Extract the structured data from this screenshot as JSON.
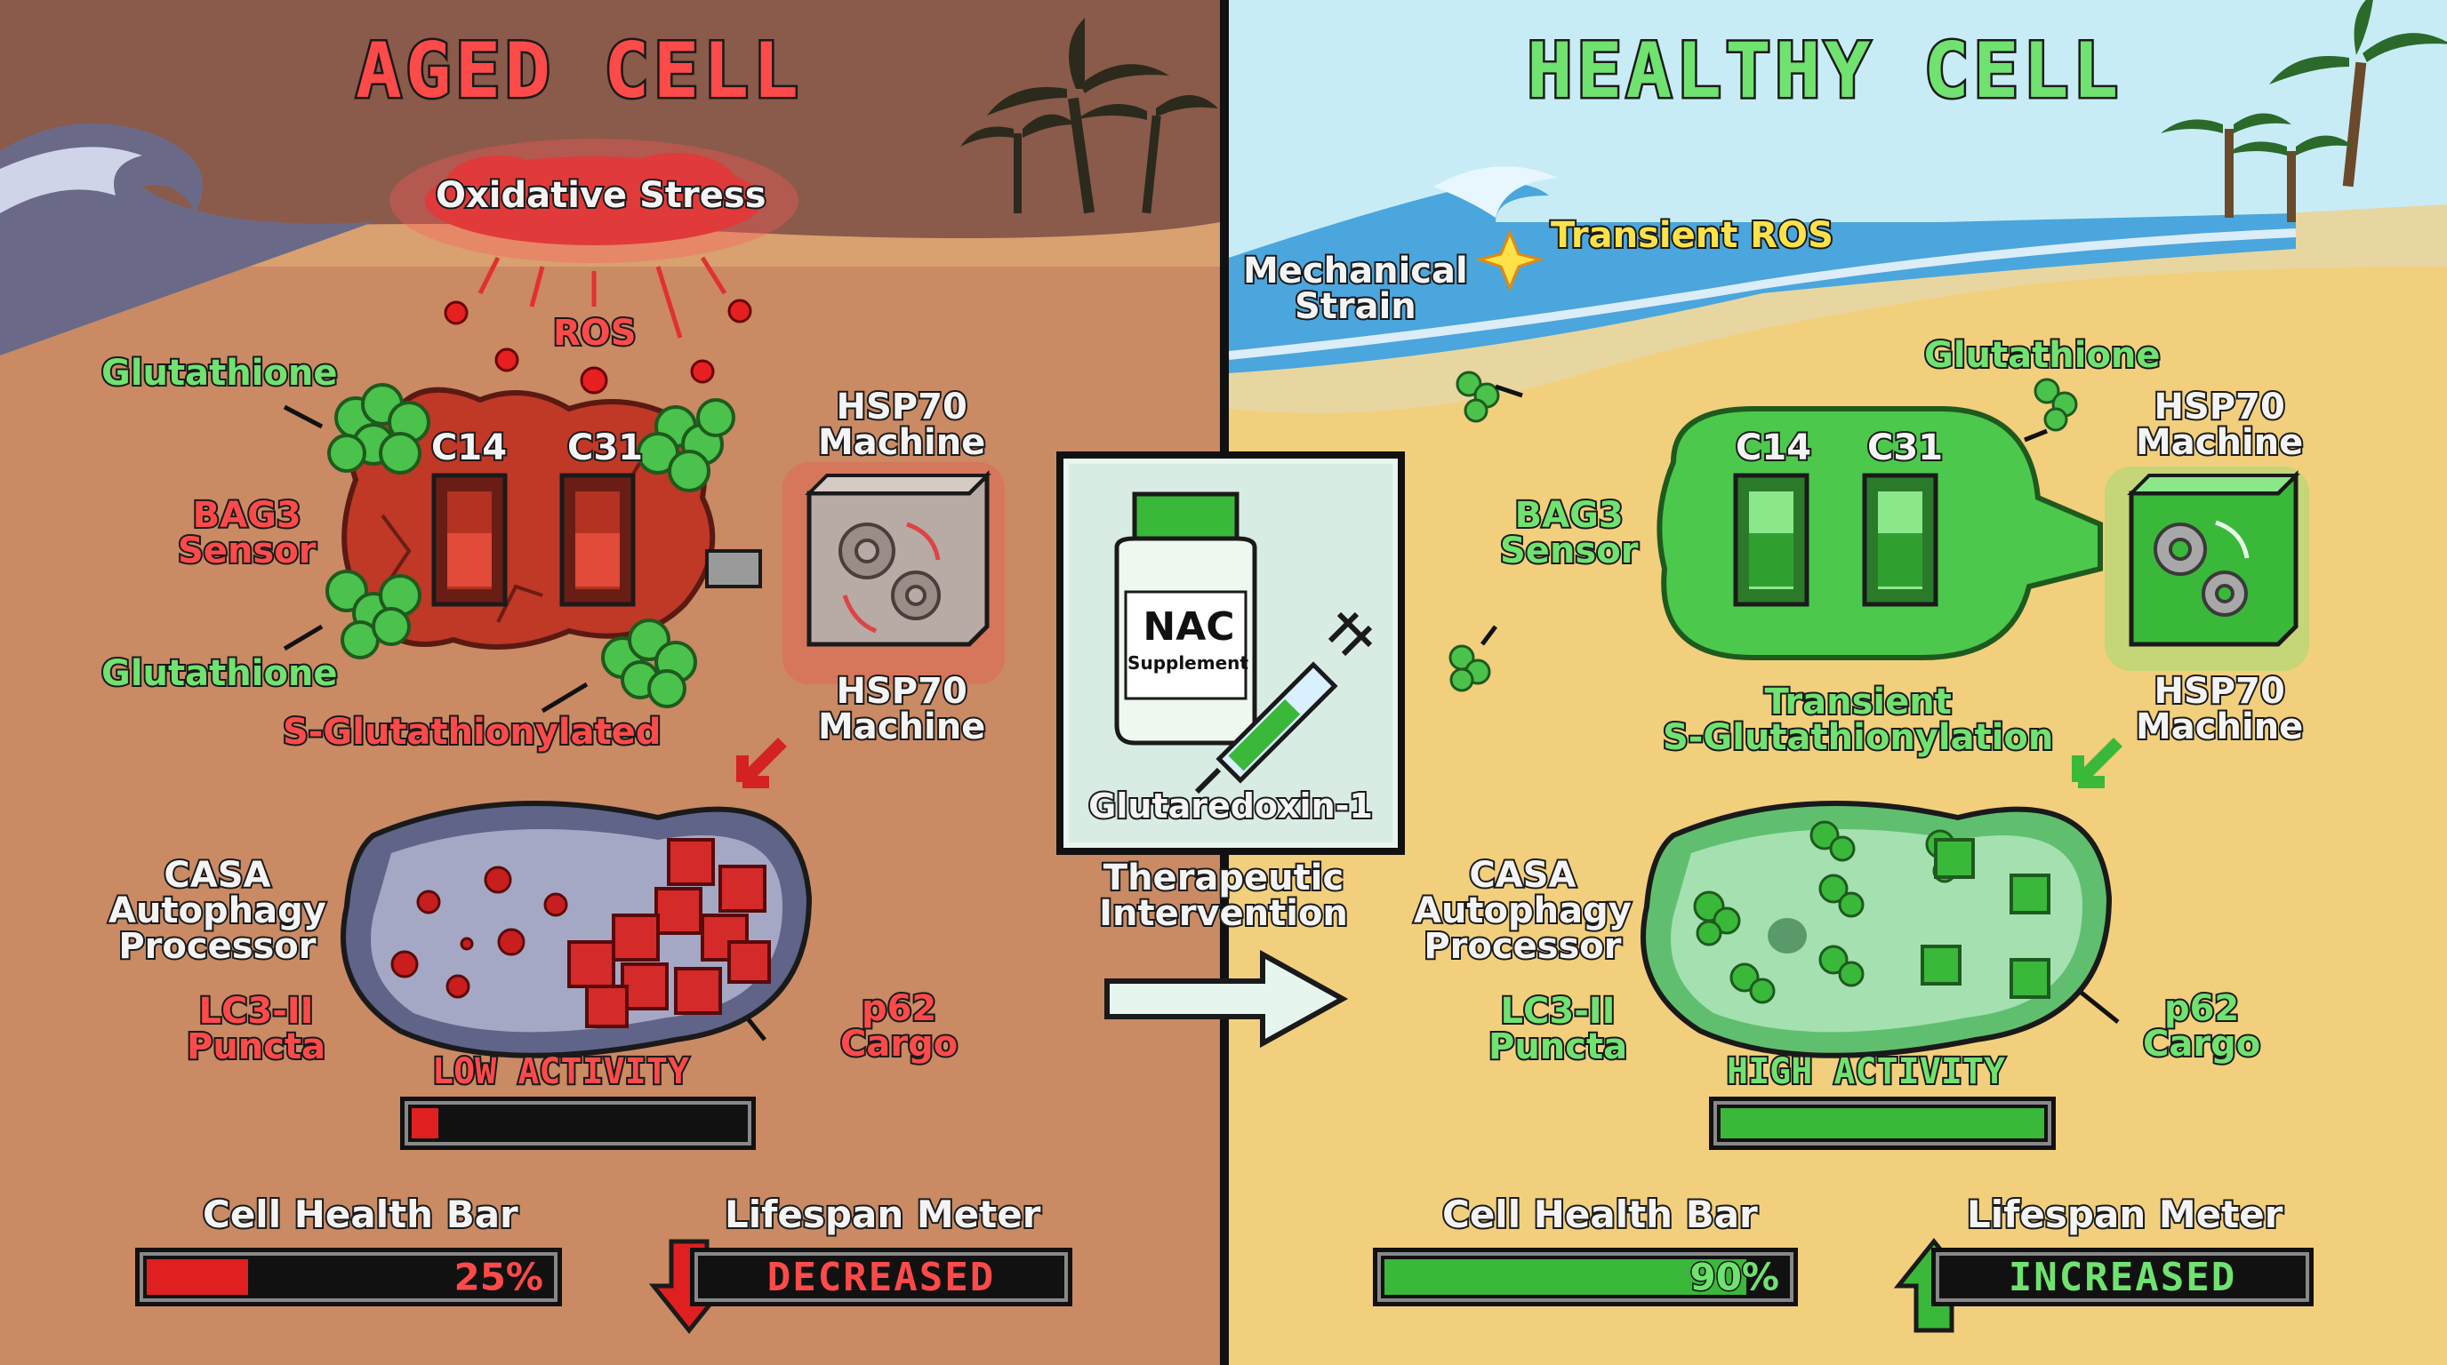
{
  "colors": {
    "aged_bg": "#c98a64",
    "aged_sky": "#8a5a4a",
    "healthy_sky": "#c8ecf6",
    "healthy_sand": "#f2cf7c",
    "red": "#ff4a4a",
    "green": "#6fe26f",
    "yellow": "#ffe24a"
  },
  "aged": {
    "title": "AGED CELL",
    "oxidative_stress": "Oxidative Stress",
    "ros": "ROS",
    "glutathione_top": "Glutathione",
    "glutathione_bottom": "Glutathione",
    "c14": "C14",
    "c31": "C31",
    "bag3_line1": "BAG3",
    "bag3_line2": "Sensor",
    "hsp70_top_line1": "HSP70",
    "hsp70_top_line2": "Machine",
    "hsp70_bottom_line1": "HSP70",
    "hsp70_bottom_line2": "Machine",
    "s_glut": "S-Glutathionylated",
    "casa_line1": "CASA",
    "casa_line2": "Autophagy",
    "casa_line3": "Processor",
    "lc3_line1": "LC3-II",
    "lc3_line2": "Puncta",
    "p62_line1": "p62",
    "p62_line2": "Cargo",
    "activity": "LOW ACTIVITY",
    "activity_level": 0.08,
    "health_title": "Cell Health Bar",
    "health_value": "25%",
    "health_level": 0.25,
    "lifespan_title": "Lifespan Meter",
    "lifespan_value": "DECREASED"
  },
  "center": {
    "bottle_line1": "NAC",
    "bottle_line2": "Supplement",
    "enzyme": "Glutaredoxin-1",
    "intervention_line1": "Therapeutic",
    "intervention_line2": "Intervention"
  },
  "healthy": {
    "title": "HEALTHY CELL",
    "mechanical_line1": "Mechanical",
    "mechanical_line2": "Strain",
    "transient_ros": "Transient ROS",
    "glutathione": "Glutathione",
    "c14": "C14",
    "c31": "C31",
    "bag3_line1": "BAG3",
    "bag3_line2": "Sensor",
    "hsp70_top_line1": "HSP70",
    "hsp70_top_line2": "Machine",
    "hsp70_bottom_line1": "HSP70",
    "hsp70_bottom_line2": "Machine",
    "transient_line1": "Transient",
    "transient_line2": "S-Glutathionylation",
    "casa_line1": "CASA",
    "casa_line2": "Autophagy",
    "casa_line3": "Processor",
    "lc3_line1": "LC3-II",
    "lc3_line2": "Puncta",
    "p62_line1": "p62",
    "p62_line2": "Cargo",
    "activity": "HIGH ACTIVITY",
    "activity_level": 1.0,
    "health_title": "Cell Health Bar",
    "health_value": "90%",
    "health_level": 0.9,
    "lifespan_title": "Lifespan Meter",
    "lifespan_value": "INCREASED"
  },
  "icons": [
    "wave-icon",
    "palm-tree-icon",
    "gear-icon",
    "arrow-down-icon",
    "arrow-up-icon",
    "syringe-icon",
    "bottle-icon",
    "sparkle-icon",
    "arrow-right-icon"
  ]
}
